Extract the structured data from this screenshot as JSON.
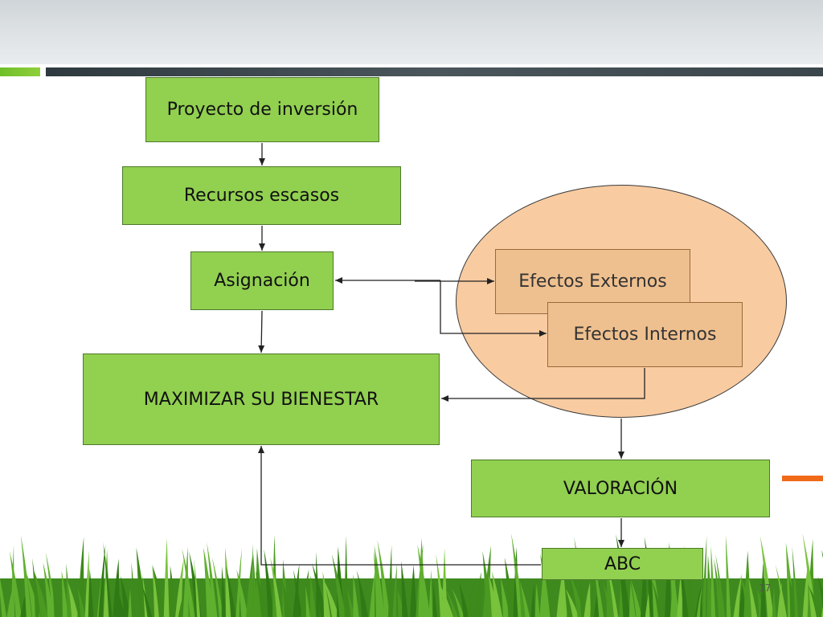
{
  "diagram": {
    "nodes": {
      "proyecto": "Proyecto de inversión",
      "recursos": "Recursos escasos",
      "asignacion": "Asignación",
      "maximizar": "MAXIMIZAR SU BIENESTAR",
      "externos": "Efectos Externos",
      "internos": "Efectos Internos",
      "valoracion": "VALORACIÓN",
      "abc": "ABC"
    }
  },
  "slide": {
    "page_number": "17"
  },
  "colors": {
    "box_green": "#92d050",
    "ellipse_fill": "#f8cba1",
    "effect_box": "#efc08f",
    "accent_orange": "#f06a1a"
  }
}
